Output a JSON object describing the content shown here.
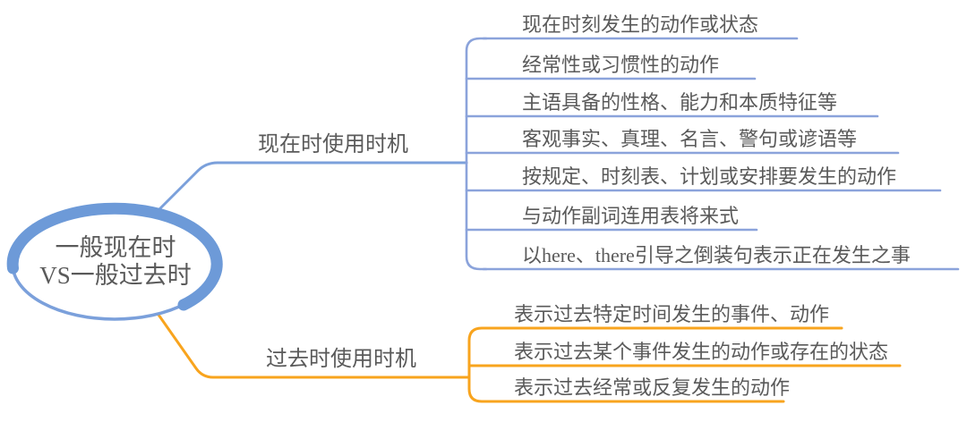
{
  "root": {
    "line1": "一般现在时",
    "line2": "VS一般过去时"
  },
  "branches": [
    {
      "label": "现在时使用时机",
      "color": "#8BA3DB",
      "leaves": [
        "现在时刻发生的动作或状态",
        "经常性或习惯性的动作",
        "主语具备的性格、能力和本质特征等",
        "客观事实、真理、名言、警句或谚语等",
        "按规定、时刻表、计划或安排要发生的动作",
        "与动作副词连用表将来式",
        "以here、there引导之倒装句表示正在发生之事"
      ]
    },
    {
      "label": "过去时使用时机",
      "color": "#F8A41E",
      "leaves": [
        "表示过去特定时间发生的事件、动作",
        "表示过去某个事件发生的动作或存在的状态",
        "表示过去经常或反复发生的动作"
      ]
    }
  ],
  "colors": {
    "present_branch_line": "#8BA3DB",
    "past_branch_line": "#F8A41E",
    "central_ellipse": "#6D9AD8",
    "text": "#5a5a5a"
  }
}
